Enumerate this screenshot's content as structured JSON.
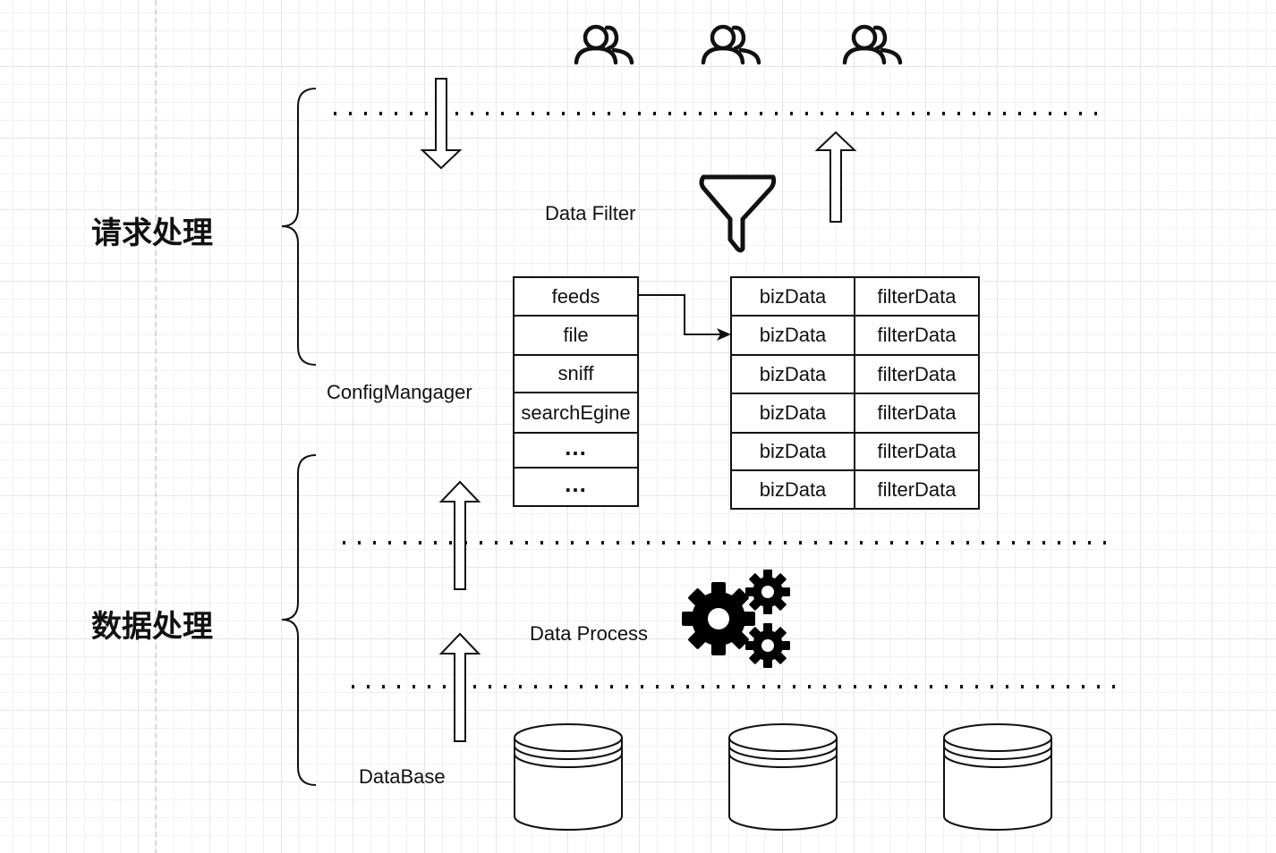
{
  "sections": {
    "request": "请求处理",
    "data": "数据处理"
  },
  "labels": {
    "data_filter": "Data Filter",
    "config_manager": "ConfigMangager",
    "data_process": "Data Process",
    "database": "DataBase"
  },
  "config_items": [
    "feeds",
    "file",
    "sniff",
    "searchEgine",
    "...",
    "..."
  ],
  "data_rows": [
    [
      "bizData",
      "filterData"
    ],
    [
      "bizData",
      "filterData"
    ],
    [
      "bizData",
      "filterData"
    ],
    [
      "bizData",
      "filterData"
    ],
    [
      "bizData",
      "filterData"
    ],
    [
      "bizData",
      "filterData"
    ]
  ],
  "icons": {
    "users": "users-icon",
    "filter": "funnel-icon",
    "gears": "gears-icon",
    "database": "database-icon"
  },
  "colors": {
    "stroke": "#111111",
    "grid": "#e6e6e6"
  }
}
